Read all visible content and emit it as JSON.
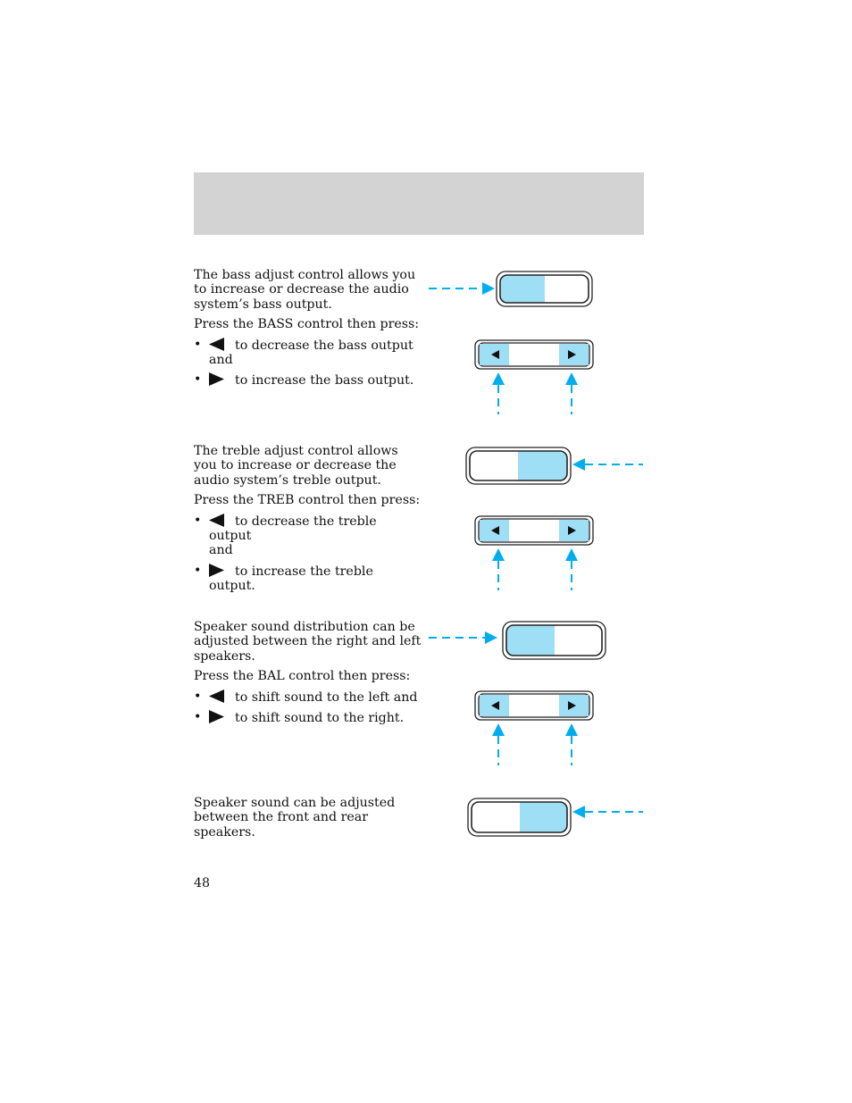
{
  "header": {
    "title": ""
  },
  "sections": [
    {
      "intro": "The bass adjust control allows you to increase or decrease the audio system’s bass output.",
      "press": "Press the BASS control then press:",
      "bullets": [
        {
          "icon": "left-triangle-icon",
          "text": "to decrease the bass output",
          "cont": "and"
        },
        {
          "icon": "right-triangle-icon",
          "text": "to increase the bass output.",
          "cont": ""
        }
      ]
    },
    {
      "intro": "The treble adjust control allows you to increase or decrease the audio system’s treble output.",
      "press": "Press the TREB control then press:",
      "bullets": [
        {
          "icon": "left-triangle-icon",
          "text": "to decrease the treble output",
          "cont": "and"
        },
        {
          "icon": "right-triangle-icon",
          "text": "to increase the treble output.",
          "cont": ""
        }
      ]
    },
    {
      "intro": "Speaker sound distribution can be adjusted between the right and left speakers.",
      "press": "Press the BAL control then press:",
      "bullets": [
        {
          "icon": "left-triangle-icon",
          "text": "to shift sound to the left and",
          "cont": ""
        },
        {
          "icon": "right-triangle-icon",
          "text": "to shift sound to the right.",
          "cont": ""
        }
      ]
    },
    {
      "intro": "Speaker sound can be adjusted between the front and rear speakers."
    }
  ],
  "page_number": "48",
  "colors": {
    "accent": "#00aeef",
    "highlight": "#9fdff5",
    "header_bar": "#d3d3d3",
    "outline": "#222222"
  }
}
